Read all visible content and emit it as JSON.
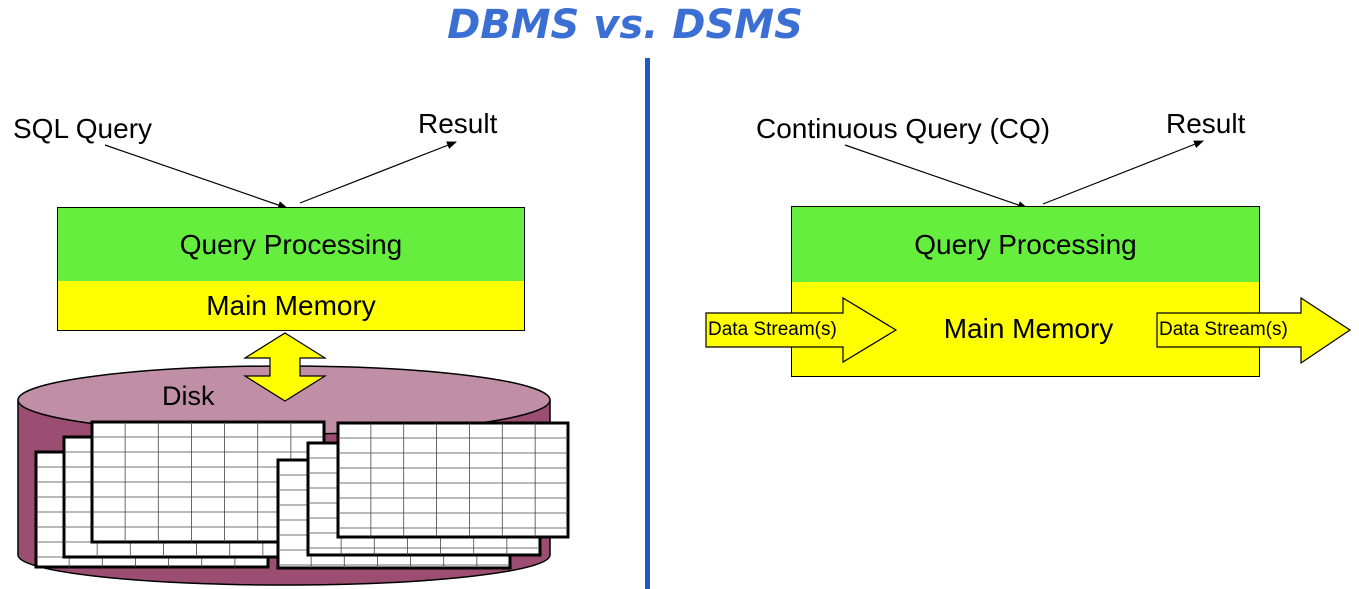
{
  "title": "DBMS vs. DSMS",
  "dbms": {
    "query_label": "SQL Query",
    "result_label": "Result",
    "processing_label": "Query Processing",
    "memory_label": "Main Memory",
    "disk_label": "Disk"
  },
  "dsms": {
    "query_label": "Continuous Query (CQ)",
    "result_label": "Result",
    "processing_label": "Query Processing",
    "memory_label": "Main Memory",
    "stream_in_label": "Data Stream(s)",
    "stream_out_label": "Data Stream(s)"
  },
  "colors": {
    "title": "#3b6fd4",
    "divider": "#1e5bc6",
    "processing": "#66ee3f",
    "memory": "#ffff00",
    "disk_top": "#c08fa6",
    "disk_side": "#9b4e72"
  }
}
